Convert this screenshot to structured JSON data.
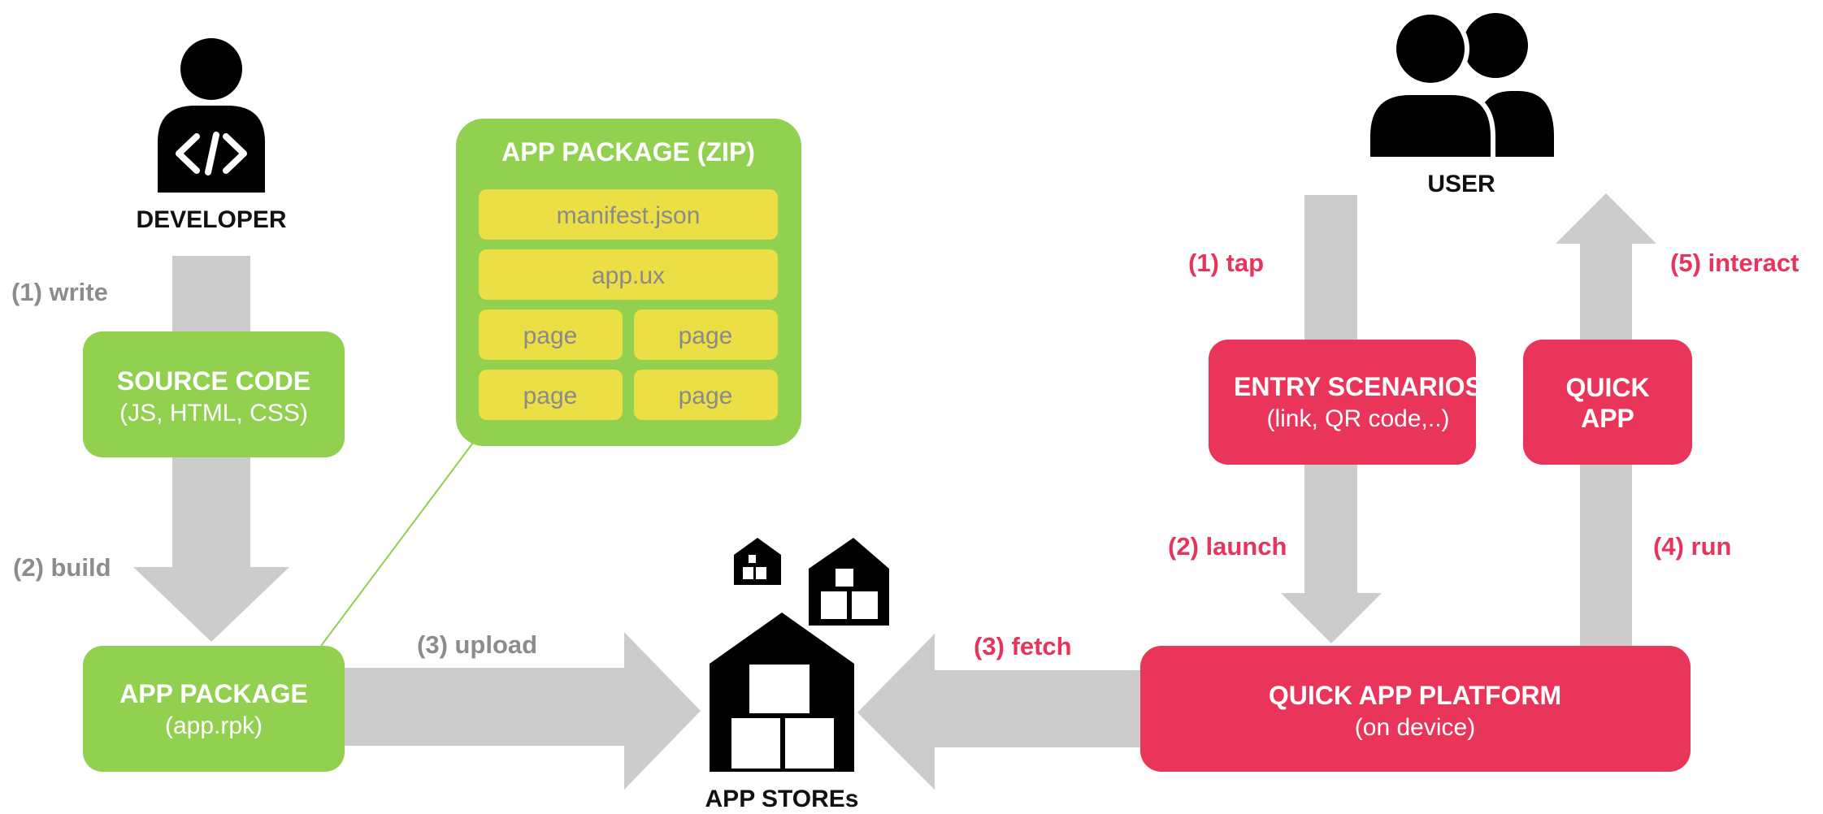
{
  "colors": {
    "green": "#92d050",
    "yellow": "#ebdf45",
    "red": "#e9355a",
    "arrow_gray": "#cccccc",
    "label_gray": "#8c8c8c",
    "label_red": "#e8345b",
    "icon_black": "#000000"
  },
  "icons": {
    "developer": "developer-code-icon",
    "users": "users-icon",
    "stores": "warehouse-icon"
  },
  "developer": {
    "title": "DEVELOPER"
  },
  "user": {
    "title": "USER"
  },
  "source_code": {
    "title": "SOURCE CODE",
    "subtitle": "(JS, HTML, CSS)"
  },
  "app_package_small": {
    "title": "APP PACKAGE",
    "subtitle": "(app.rpk)"
  },
  "app_package_zip": {
    "title": "APP PACKAGE (ZIP)",
    "manifest": "manifest.json",
    "appux": "app.ux",
    "pages": [
      "page",
      "page",
      "page",
      "page"
    ]
  },
  "app_stores": {
    "title": "APP STOREs"
  },
  "entry_scenarios": {
    "title": "ENTRY SCENARIOS",
    "subtitle": "(link, QR code,..)"
  },
  "quick_app": {
    "line1": "QUICK",
    "line2": "APP"
  },
  "platform": {
    "title": "QUICK APP PLATFORM",
    "subtitle": "(on device)"
  },
  "steps": {
    "write": "(1) write",
    "build": "(2) build",
    "upload": "(3) upload",
    "fetch": "(3) fetch",
    "tap": "(1) tap",
    "launch": "(2) launch",
    "run": "(4) run",
    "interact": "(5) interact"
  }
}
